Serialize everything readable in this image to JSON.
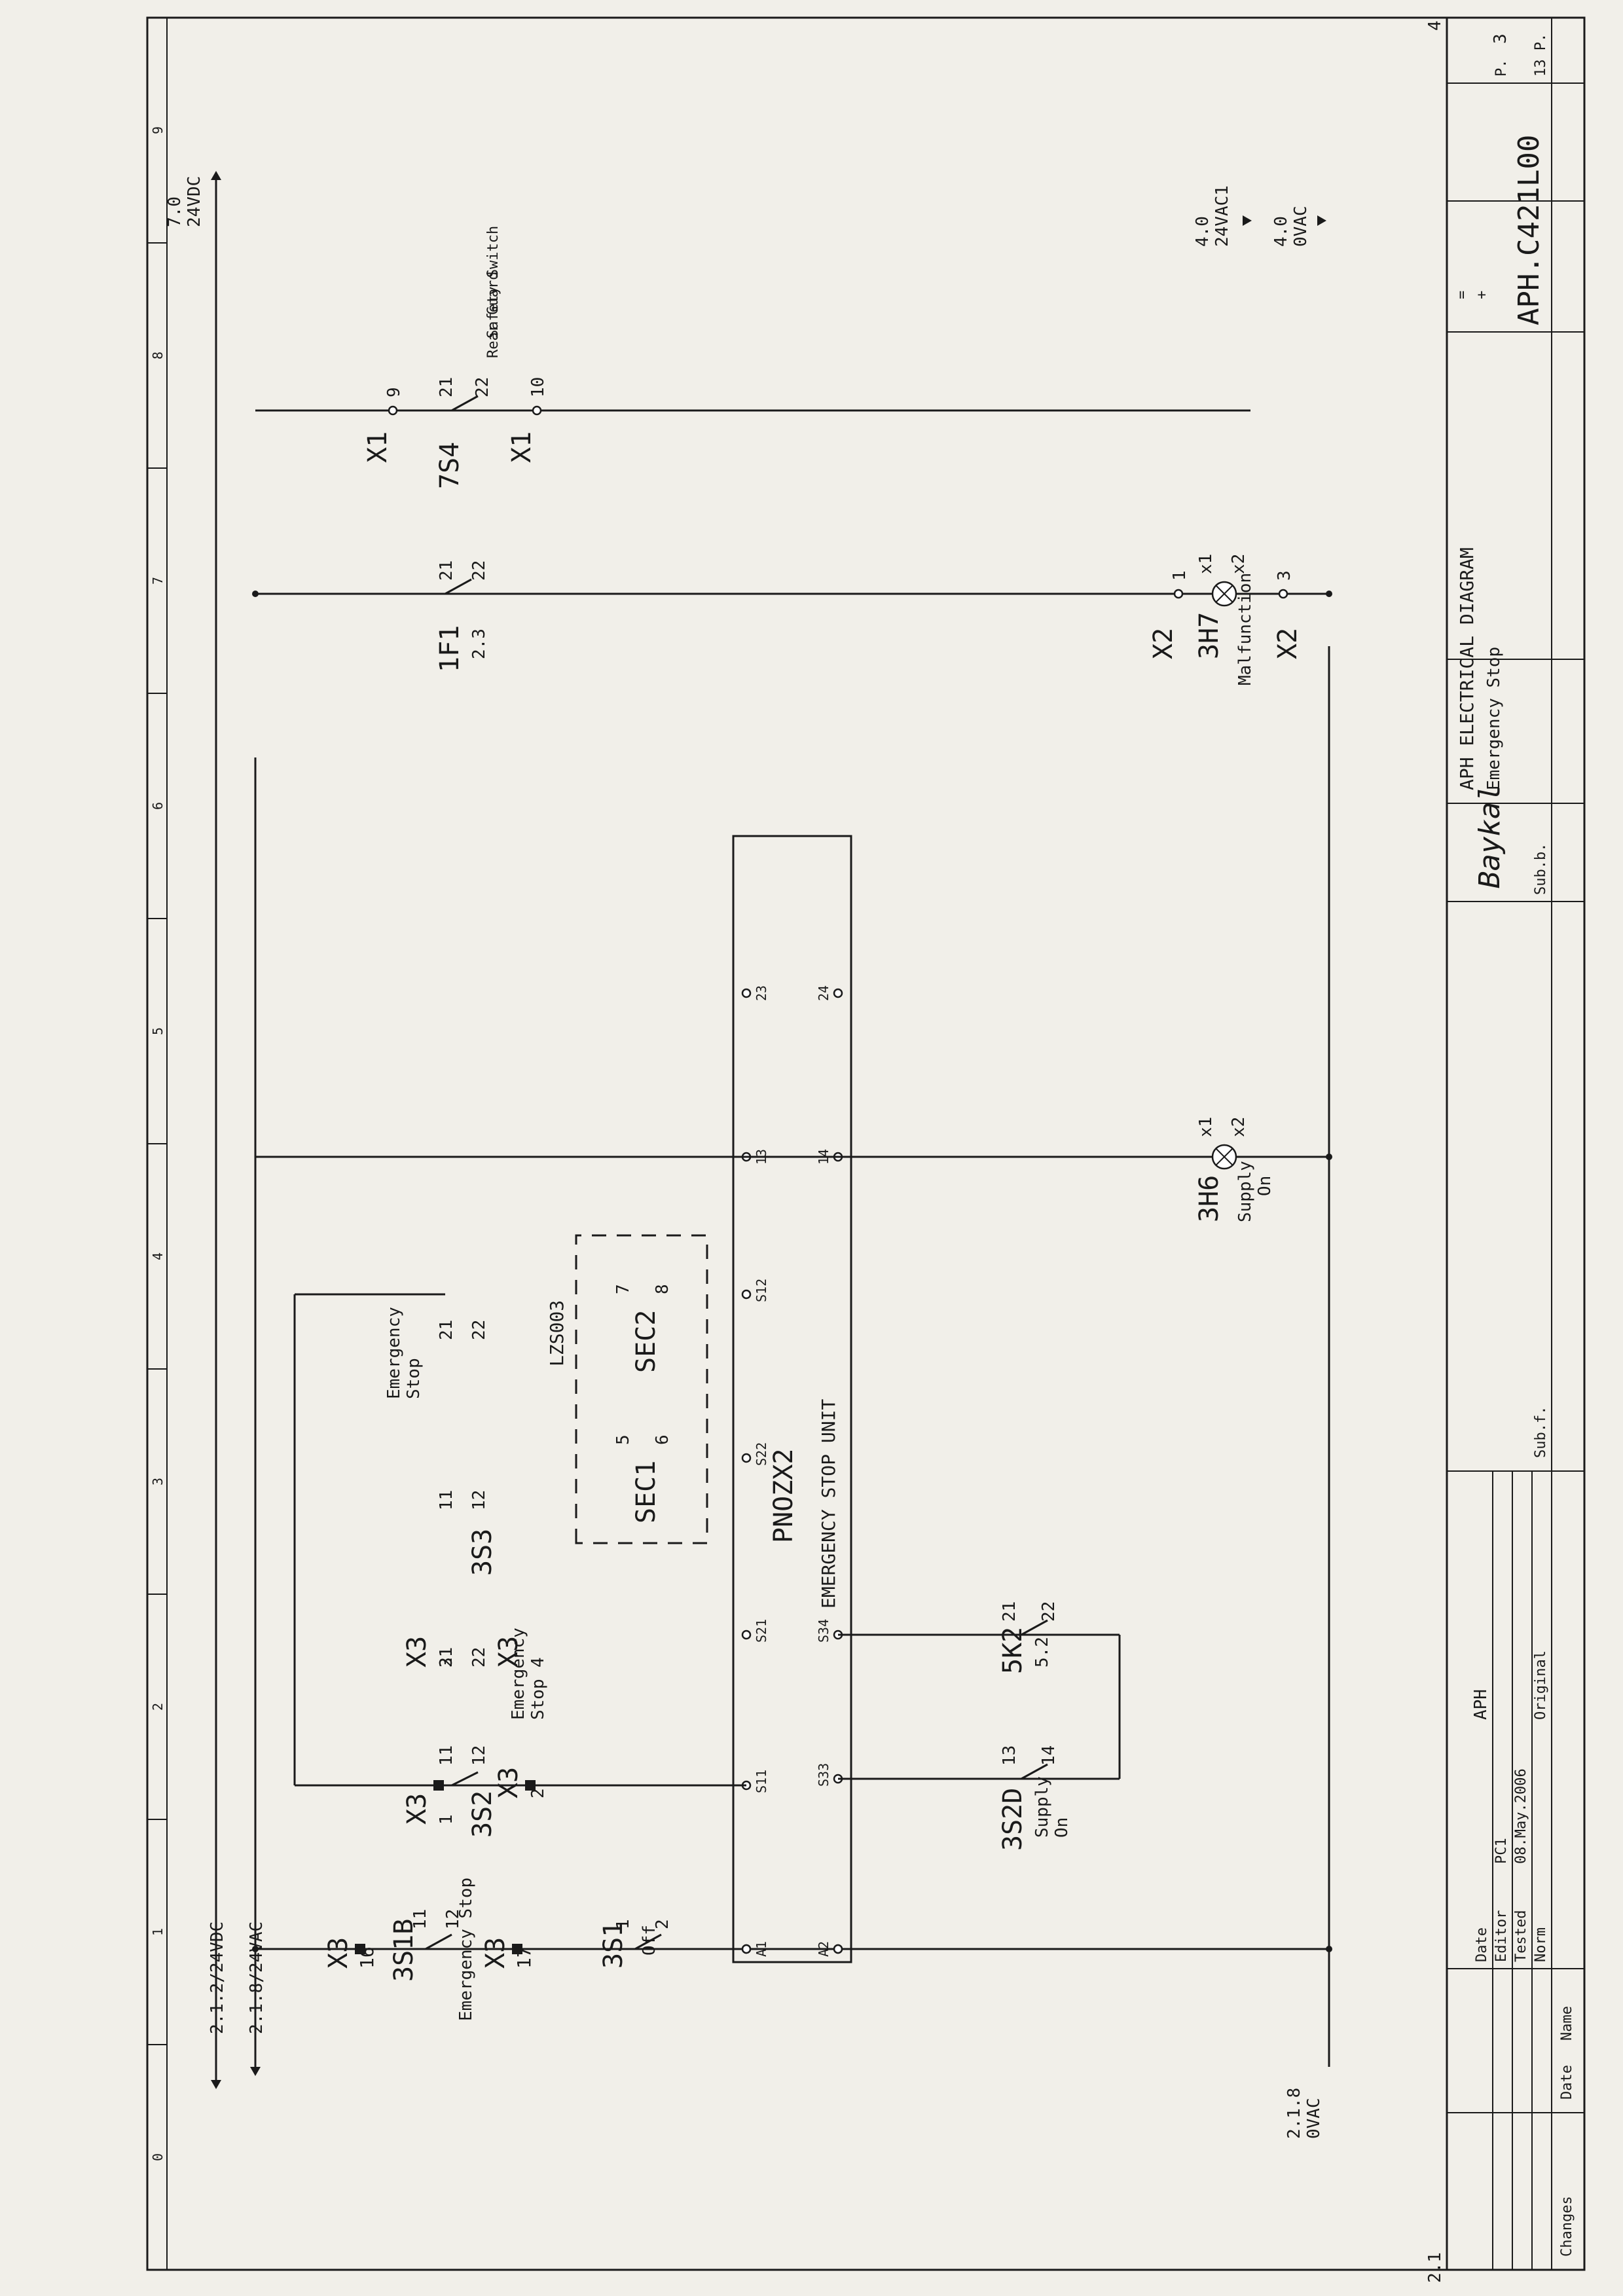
{
  "frame": {
    "columns": [
      "0",
      "1",
      "2",
      "3",
      "4",
      "5",
      "6",
      "7",
      "8",
      "9"
    ],
    "prev_page": "2.1",
    "next_page": "4"
  },
  "cross_refs": {
    "in_24vdc": "2.1.2/24VDC",
    "in_24vac": "2.1.8/24VAC",
    "in_0vac": [
      "2.1.8",
      "0VAC"
    ],
    "out_24vdc": [
      "7.0",
      "24VDC"
    ],
    "out_24vac1": [
      "4.0",
      "24VAC1"
    ],
    "out_0vac": [
      "4.0",
      "0VAC"
    ]
  },
  "components": {
    "s1b": {
      "tag": "3S1B",
      "desc": "Emergency Stop",
      "c1": "11",
      "c2": "12"
    },
    "x3_16": "X3",
    "x3_16_n": "16",
    "x3_17": "X3",
    "x3_17_n": "17",
    "s1": {
      "tag": "3S1",
      "desc": "Off",
      "c1": "1",
      "c2": "2"
    },
    "s2": {
      "tag": "3S2",
      "a1": "11",
      "a2": "12",
      "b1": "21",
      "b2": "22"
    },
    "x3_1": "X3",
    "x3_1_n": "1",
    "x3_2": "X3",
    "x3_2_n": "2",
    "x3_3": "X3",
    "x3_3_n": "3",
    "x3_4": "X3",
    "x3_4_n": "4",
    "s2_desc": [
      "Emergency",
      "Stop"
    ],
    "s3": {
      "tag": "3S3",
      "a1": "11",
      "a2": "12",
      "b1": "21",
      "b2": "22"
    },
    "s3_desc": [
      "Emergency",
      "Stop"
    ],
    "lzs": "LZS003",
    "sec1": {
      "tag": "SEC1",
      "c1": "5",
      "c2": "6"
    },
    "sec2": {
      "tag": "SEC2",
      "c1": "7",
      "c2": "8"
    },
    "unit": {
      "tag": "PNOZX2",
      "desc": "EMERGENCY STOP UNIT"
    },
    "unit_pins_top": [
      "A1",
      "S11",
      "S21",
      "S22",
      "S12",
      "13",
      "23"
    ],
    "unit_pins_bot": [
      "A2",
      "S33",
      "S34",
      "14",
      "24"
    ],
    "s2d": {
      "tag": "3S2D",
      "desc": [
        "Supply",
        "On"
      ],
      "c1": "13",
      "c2": "14"
    },
    "k2": {
      "tag": "5K2",
      "ref": "5.2",
      "c1": "21",
      "c2": "22"
    },
    "h6": {
      "tag": "3H6",
      "desc": [
        "Supply",
        "On"
      ],
      "x1": "x1",
      "x2": "x2"
    },
    "f1": {
      "tag": "1F1",
      "ref": "2.3",
      "c1": "21",
      "c2": "22"
    },
    "x2_1": "X2",
    "x2_1_n": "1",
    "x2_3": "X2",
    "x2_3_n": "3",
    "h7": {
      "tag": "3H7",
      "desc": "Malfunction",
      "x1": "x1",
      "x2": "x2"
    },
    "x1_9": "X1",
    "x1_9_n": "9",
    "s4": {
      "tag": "7S4",
      "c1": "21",
      "c2": "22"
    },
    "x1_10": "X1",
    "x1_10_n": "10",
    "s4_desc": [
      "Rear Guard",
      "Safety Switch"
    ]
  },
  "title_block": {
    "changes": "Changes",
    "date_lbl": "Date",
    "name_lbl": "Name",
    "date": "Date",
    "editor": "Editor",
    "tested": "Tested",
    "norm": "Norm",
    "editor_val": "PC1",
    "date_val": "08.May.2006",
    "project": "APH",
    "original": "Original",
    "subf": "Sub.f.",
    "subb": "Sub.b.",
    "logo": "Baykal",
    "title": "APH ELECTRICAL DIAGRAM",
    "subtitle": "Emergency Stop",
    "eq": "=",
    "plus": "+",
    "drawing_no": "APH.C421L00",
    "page_lbl": "P.",
    "page": "3",
    "pages": "13 P."
  }
}
